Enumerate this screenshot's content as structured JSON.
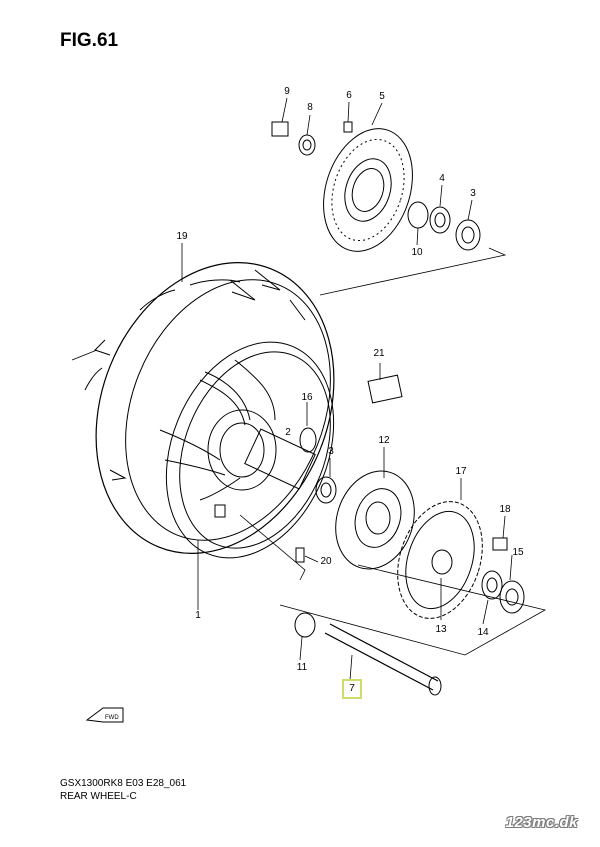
{
  "figure": {
    "title": "FIG.61"
  },
  "callouts": [
    {
      "id": "p1",
      "num": "1"
    },
    {
      "id": "p2",
      "num": "2"
    },
    {
      "id": "p3a",
      "num": "3"
    },
    {
      "id": "p3b",
      "num": "3"
    },
    {
      "id": "p4",
      "num": "4"
    },
    {
      "id": "p5",
      "num": "5"
    },
    {
      "id": "p6",
      "num": "6"
    },
    {
      "id": "p7",
      "num": "7"
    },
    {
      "id": "p8",
      "num": "8"
    },
    {
      "id": "p9",
      "num": "9"
    },
    {
      "id": "p10",
      "num": "10"
    },
    {
      "id": "p11",
      "num": "11"
    },
    {
      "id": "p12",
      "num": "12"
    },
    {
      "id": "p13",
      "num": "13"
    },
    {
      "id": "p14",
      "num": "14"
    },
    {
      "id": "p15",
      "num": "15"
    },
    {
      "id": "p16",
      "num": "16"
    },
    {
      "id": "p17",
      "num": "17"
    },
    {
      "id": "p18",
      "num": "18"
    },
    {
      "id": "p19",
      "num": "19"
    },
    {
      "id": "p20",
      "num": "20"
    },
    {
      "id": "p21",
      "num": "21"
    }
  ],
  "fwd_arrow": {
    "label": "FWD"
  },
  "footer": {
    "code": "GSX1300RK8 E03 E28_061",
    "subtitle": "REAR WHEEL-C"
  },
  "watermark": "123mc.dk",
  "colors": {
    "highlight": "#c8e06a",
    "line": "#000000"
  }
}
